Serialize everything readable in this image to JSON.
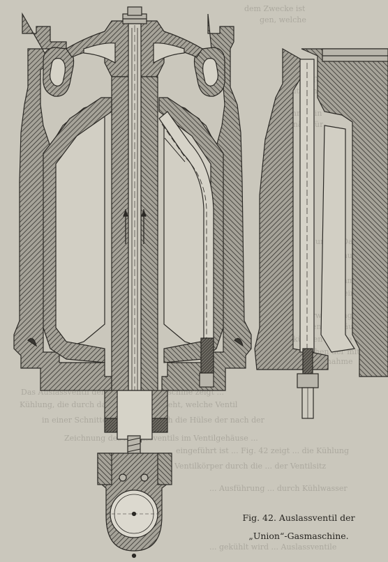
{
  "figure": {
    "caption_line1": "Fig. 42. Auslassventil der",
    "caption_line2": "„Union“-Gasmaschine."
  },
  "bleed_through": [
    "dem Zwecke ist",
    "gen, welche",
    "oberen Teil",
    "Ventilschaft",
    "rohr ist in",
    "Kanäle für",
    "ungen Das",
    "dehnung",
    "zusammen",
    "mit einer",
    "erwärmung zu be-",
    "Ventilgehäuses, so",
    "kühlten Ventile der",
    "Aussehen der mit",
    "eine Ausnahme",
    "Das Auslassventil der „Union“-Gasmaschine zeigt ...",
    "Kühlung, die durch das Wasser geschieht, welche Ventil",
    "in einer Schnitte von innen durch die Hülse der nach der",
    "Zeichnung des Auslassventils im Ventilgehäuse ...",
    "eingeführt ist ... Fig. 42 zeigt ... die Kühlung",
    "Ventilkörper durch die ... der Ventilsitz",
    "... Ausführung ... durch Kühlwasser",
    "... gekühlt wird ... Auslassventile"
  ],
  "colors": {
    "paper": "#cac7bc",
    "ink": "#2b2925",
    "hatch_fill": "#8e8b82",
    "cavity": "#d6d3c8"
  }
}
